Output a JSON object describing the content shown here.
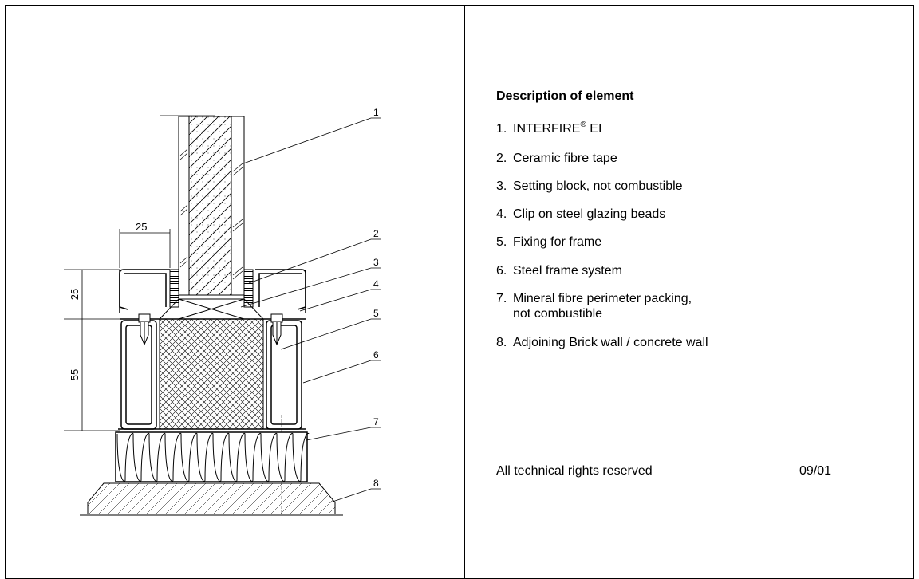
{
  "description": {
    "title": "Description of element",
    "items": [
      {
        "number": "1.",
        "text": "INTERFIRE",
        "sup": "®",
        "suffix": " EI"
      },
      {
        "number": "2.",
        "text": "Ceramic fibre tape"
      },
      {
        "number": "3.",
        "text": "Setting block, not combustible"
      },
      {
        "number": "4.",
        "text": "Clip on steel glazing beads"
      },
      {
        "number": "5.",
        "text": "Fixing for frame"
      },
      {
        "number": "6.",
        "text": "Steel frame system"
      },
      {
        "number": "7.",
        "text": "Mineral fibre perimeter packing,",
        "continuation": "not combustible"
      },
      {
        "number": "8.",
        "text": "Adjoining Brick wall / concrete wall"
      }
    ]
  },
  "footer": {
    "rights": "All technical rights reserved",
    "date": "09/01"
  },
  "drawing": {
    "callouts": [
      "1",
      "2",
      "3",
      "4",
      "5",
      "6",
      "7",
      "8"
    ],
    "dimensions": {
      "bead_width": "25",
      "bead_height": "25",
      "frame_height": "55"
    }
  }
}
